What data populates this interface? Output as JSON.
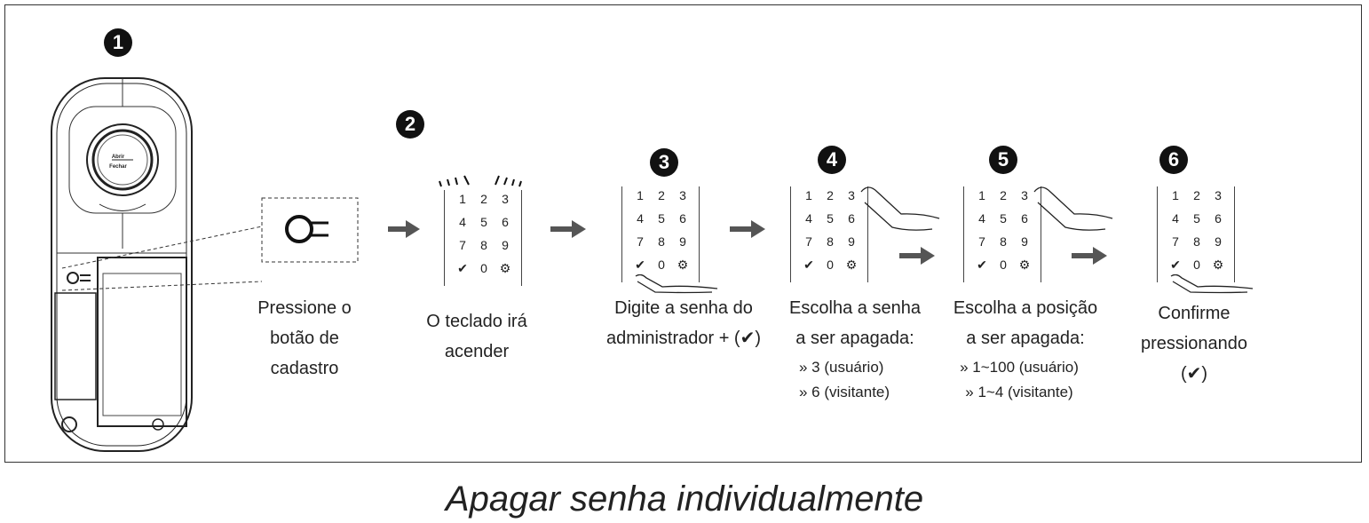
{
  "caption": "Apagar senha individualmente",
  "device": {
    "button_top": "Abrir",
    "button_bottom": "Fechar"
  },
  "keypad_keys": [
    "1",
    "2",
    "3",
    "4",
    "5",
    "6",
    "7",
    "8",
    "9",
    "✔",
    "0",
    "⚙"
  ],
  "steps": [
    {
      "number": "1",
      "lines": [
        "Pressione o",
        "botão de",
        "cadastro"
      ]
    },
    {
      "number": "2",
      "lines": [
        "O teclado irá",
        "acender"
      ]
    },
    {
      "number": "3",
      "lines": [
        "Digite a senha do",
        "administrador + (✔)"
      ]
    },
    {
      "number": "4",
      "lines": [
        "Escolha a senha",
        "a ser apagada:"
      ],
      "options": [
        "» 3 (usuário)",
        "» 6 (visitante)"
      ]
    },
    {
      "number": "5",
      "lines": [
        "Escolha a posição",
        "a ser apagada:"
      ],
      "options": [
        "» 1~100 (usuário)",
        "» 1~4 (visitante)"
      ]
    },
    {
      "number": "6",
      "lines": [
        "Confirme",
        "pressionando",
        "(✔)"
      ]
    }
  ],
  "colors": {
    "arrow": "#555555",
    "badge": "#111111"
  }
}
